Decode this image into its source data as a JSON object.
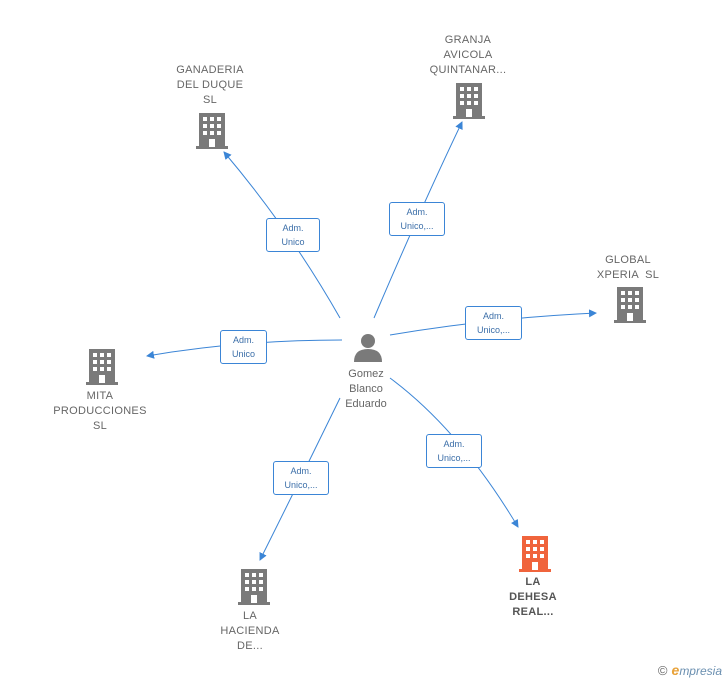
{
  "center": {
    "name_lines": [
      "Gomez",
      "Blanco",
      "Eduardo"
    ]
  },
  "companies": [
    {
      "id": "ganaderia",
      "lines": [
        "GANADERIA",
        "DEL DUQUE",
        "SL"
      ],
      "highlighted": false
    },
    {
      "id": "granja",
      "lines": [
        "GRANJA",
        "AVICOLA",
        "QUINTANAR..."
      ],
      "highlighted": false
    },
    {
      "id": "global",
      "lines": [
        "GLOBAL",
        "XPERIA  SL"
      ],
      "highlighted": false
    },
    {
      "id": "mita",
      "lines": [
        "MITA",
        "PRODUCCIONES",
        "SL"
      ],
      "highlighted": false
    },
    {
      "id": "hacienda",
      "lines": [
        "LA",
        "HACIENDA",
        "DE..."
      ],
      "highlighted": false
    },
    {
      "id": "dehesa",
      "lines": [
        "LA",
        "DEHESA",
        "REAL..."
      ],
      "highlighted": true
    }
  ],
  "roles": [
    {
      "target": "ganaderia",
      "lines": [
        "Adm.",
        "Unico"
      ]
    },
    {
      "target": "granja",
      "lines": [
        "Adm.",
        "Unico,..."
      ]
    },
    {
      "target": "global",
      "lines": [
        "Adm.",
        "Unico,..."
      ]
    },
    {
      "target": "mita",
      "lines": [
        "Adm.",
        "Unico"
      ]
    },
    {
      "target": "hacienda",
      "lines": [
        "Adm.",
        "Unico,..."
      ]
    },
    {
      "target": "dehesa",
      "lines": [
        "Adm.",
        "Unico,..."
      ]
    }
  ],
  "colors": {
    "edge": "#3b85d6",
    "building": "#7a7a7a",
    "building_highlight": "#f0643c",
    "person": "#7a7a7a"
  },
  "icons": {
    "company": "building-icon",
    "person": "person-icon",
    "copyright": "©"
  },
  "brand": {
    "copyright": "©",
    "initial": "e",
    "rest": "mpresia"
  }
}
